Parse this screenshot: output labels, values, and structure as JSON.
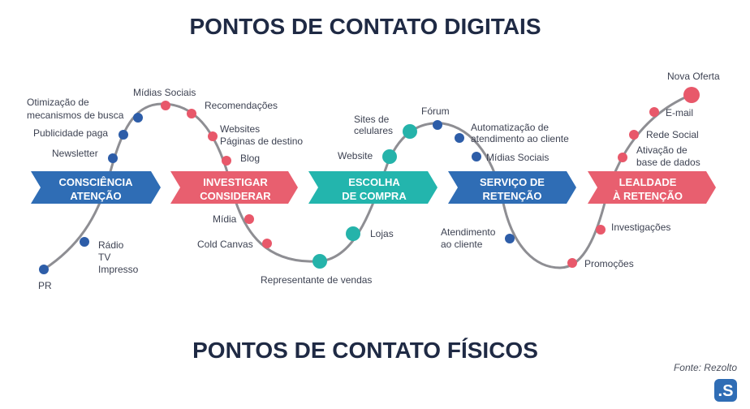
{
  "title_top": "PONTOS DE CONTATO DIGITAIS",
  "title_bottom": "PONTOS DE CONTATO FÍSICOS",
  "source": "Fonte: Rezolto",
  "logo": ".S",
  "colors": {
    "blue": "#2f6db5",
    "pink": "#e85f6f",
    "teal": "#23b5ad",
    "dot_blue": "#2d5da8",
    "dot_pink": "#e8586a",
    "dot_teal": "#25b3aa",
    "curve": "#8e8e93",
    "title": "#1f2a44"
  },
  "stages": [
    {
      "line1": "CONSCIÊNCIA",
      "line2": "ATENÇÃO",
      "color": "#2f6db5"
    },
    {
      "line1": "INVESTIGAR",
      "line2": "CONSIDERAR",
      "color": "#e85f6f"
    },
    {
      "line1": "ESCOLHA",
      "line2": "DE COMPRA",
      "color": "#23b5ad"
    },
    {
      "line1": "SERVIÇO DE",
      "line2": "RETENÇÃO",
      "color": "#2f6db5"
    },
    {
      "line1": "LEALDADE",
      "line2": "À RETENÇÃO",
      "color": "#e85f6f"
    }
  ],
  "labels": {
    "otimizacao_1": "Otimização de",
    "otimizacao_2": "mecanismos de busca",
    "midias_sociais_1": "Mídias Sociais",
    "recomendacoes": "Recomendações",
    "publicidade": "Publicidade paga",
    "websites_1": "Websites",
    "websites_2": "Páginas de destino",
    "newsletter": "Newsletter",
    "blog": "Blog",
    "radio": "Rádio",
    "tv": "TV",
    "impresso": "Impresso",
    "pr": "PR",
    "midia": "Mídia",
    "cold_canvas": "Cold Canvas",
    "representante": "Representante de vendas",
    "lojas": "Lojas",
    "sites_celulares_1": "Sites de",
    "sites_celulares_2": "celulares",
    "forum": "Fórum",
    "website": "Website",
    "automatizacao_1": "Automatização de",
    "automatizacao_2": "atendimento ao cliente",
    "midias_sociais_2": "Mídias Sociais",
    "atendimento_1": "Atendimento",
    "atendimento_2": "ao cliente",
    "nova_oferta": "Nova Oferta",
    "email": "E-mail",
    "rede_social": "Rede Social",
    "ativacao_1": "Ativação de",
    "ativacao_2": "base de dados",
    "investigacoes": "Investigações",
    "promocoes": "Promoções"
  }
}
